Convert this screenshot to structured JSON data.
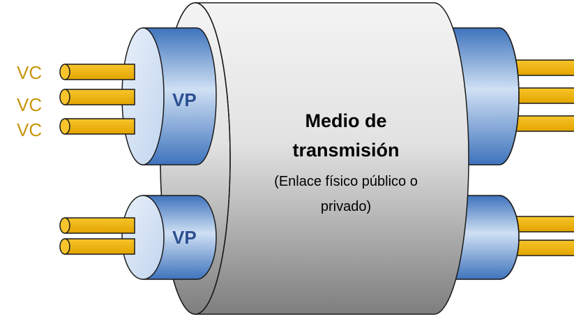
{
  "diagram": {
    "vc_labels": [
      "VC",
      "VC",
      "VC"
    ],
    "vp_labels": [
      "VP",
      "VP"
    ],
    "medium": {
      "title_line1": "Medio de",
      "title_line2": "transmisión",
      "subtitle_line1": "(Enlace físico público o",
      "subtitle_line2": "privado)"
    },
    "colors": {
      "wire": "#f2b705",
      "wire_outline": "#1a1a1a",
      "vc_text": "#c8960c",
      "vp_text": "#2c4f8f",
      "vp_fill_light": "#dde9f7",
      "vp_fill_dark": "#3f74bd",
      "medium_fill_light": "#f0f0f0",
      "medium_fill_dark": "#8a8a8a"
    }
  }
}
